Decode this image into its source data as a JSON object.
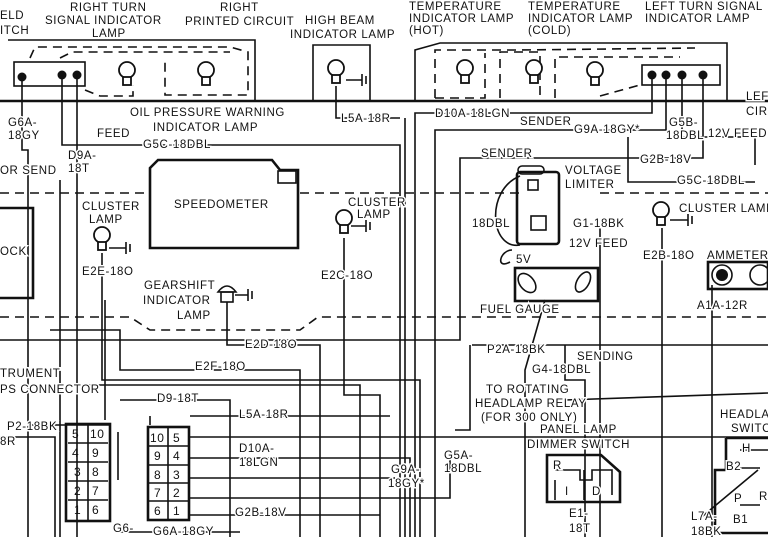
{
  "labels": {
    "field_switch": [
      "ELD",
      "ITCH"
    ],
    "right_turn": [
      "RIGHT TURN",
      "SIGNAL INDICATOR",
      "LAMP"
    ],
    "right_printed_circuit": [
      "RIGHT",
      "PRINTED CIRCUIT"
    ],
    "high_beam": [
      "HIGH BEAM",
      "INDICATOR LAMP"
    ],
    "temp_hot": [
      "TEMPERATURE",
      "INDICATOR LAMP",
      "(HOT)"
    ],
    "temp_cold": [
      "TEMPERATURE",
      "INDICATOR LAMP",
      "(COLD)"
    ],
    "left_turn": [
      "LEFT TURN SIGNAL",
      "INDICATOR LAMP"
    ],
    "left_circuit": [
      "LEFT",
      "CIRC"
    ],
    "oil_pressure": [
      "OIL PRESSURE WARNING",
      "INDICATOR LAMP"
    ],
    "g6a": [
      "G6A-",
      "18GY"
    ],
    "feed": "FEED",
    "g5c_left": "G5C-18DBL",
    "d9a": [
      "D9A-",
      "18T"
    ],
    "or_send": "OR  SEND",
    "l5a_top": "L5A-18R",
    "d10a_top": "D10A-18LGN",
    "sender_top": "SENDER",
    "g9a_top": "G9A-18GY*",
    "g5b": [
      "G5B-",
      "18DBL"
    ],
    "feed_12v_top": "12V  FEED",
    "sender_2": "SENDER",
    "g2b_top": "G2B-18V",
    "g5c_right": "G5C-18DBL",
    "voltage_limiter": [
      "VOLTAGE",
      "LIMITER"
    ],
    "speedometer": "SPEEDOMETER",
    "cluster_lamp_left": [
      "CLUSTER",
      "LAMP"
    ],
    "clock": "OCK",
    "e2e": "E2E-18O",
    "cluster_lamp_mid": [
      "CLUSTER",
      "LAMP"
    ],
    "e2c": "E2C-18O",
    "gearshift": [
      "GEARSHIFT",
      "INDICATOR",
      "LAMP"
    ],
    "e2d": "E2D-18O",
    "e2f": "E2F-18O",
    "dbl18": "18DBL",
    "g1": "G1-18BK",
    "feed_12v": "12V FEED",
    "v5": "5V",
    "fuel_gauge": "FUEL  GAUGE",
    "cluster_lamp_right": "CLUSTER  LAMP",
    "e2b": "E2B-18O",
    "ammeter": "AMMETER",
    "a1a": "A1A-12R",
    "instrument_connector": [
      "TRUMENT",
      "PS  CONNECTOR"
    ],
    "p2": "P2-18BK",
    "r8": "8R",
    "d9": "D9-18T",
    "l5a_bottom": "L5A-18R",
    "d10a_bottom": [
      "D10A-",
      "18LGN"
    ],
    "g9a_bottom": [
      "G9A-",
      "18GY*"
    ],
    "g5a": [
      "G5A-",
      "18DBL"
    ],
    "g2b_bottom": "G2B-18V",
    "g6": "G6-",
    "g6a_bottom": "G6A-18GY",
    "p2a": "P2A-18BK",
    "sending": "SENDING",
    "g4": "G4-18DBL",
    "rotating_relay": [
      "TO ROTATING",
      "HEADLAMP RELAY",
      "(FOR 300 ONLY)"
    ],
    "panel_dimmer": [
      "PANEL LAMP",
      "DIMMER SWITCH"
    ],
    "dimmer_terminals": [
      "R",
      "I",
      "D"
    ],
    "e1": [
      "E1-",
      "18T"
    ],
    "headlamp_switch": [
      "HEADLA",
      "SWITC"
    ],
    "headlamp_terminals": [
      "H",
      "B2",
      "P",
      "B1",
      "R"
    ],
    "l7a": [
      "L7A-",
      "18BK"
    ]
  },
  "connectors": {
    "left_pins": [
      "5",
      "10",
      "4",
      "9",
      "3",
      "8",
      "2",
      "7",
      "1",
      "6"
    ],
    "right_pins": [
      "10",
      "5",
      "9",
      "4",
      "8",
      "3",
      "7",
      "2",
      "6",
      "1"
    ]
  }
}
